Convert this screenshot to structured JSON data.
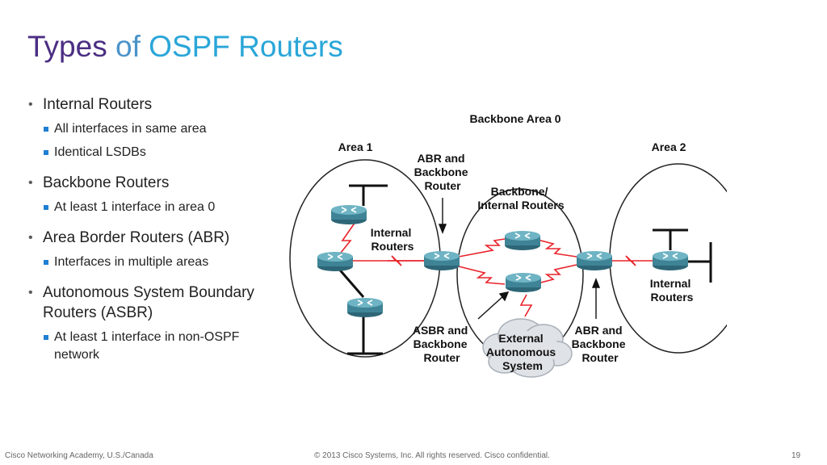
{
  "title": {
    "part1": "Types",
    "part2": " of ",
    "part3": "OSPF Routers"
  },
  "bullets": [
    {
      "label": "Internal Routers",
      "subs": [
        "All interfaces in same area",
        "Identical LSDBs"
      ]
    },
    {
      "label": "Backbone Routers",
      "subs": [
        "At least 1 interface in area 0"
      ]
    },
    {
      "label": "Area Border Routers (ABR)",
      "subs": [
        "Interfaces in multiple areas"
      ]
    },
    {
      "label": "Autonomous System Boundary Routers (ASBR)",
      "subs": [
        "At least 1 interface in non-OSPF network"
      ]
    }
  ],
  "diagram": {
    "backbone_area": "Backbone Area 0",
    "area1": "Area 1",
    "area2": "Area 2",
    "abr_backbone_top": [
      "ABR and",
      "Backbone",
      "Router"
    ],
    "backbone_internal": [
      "Backbone/",
      "Internal Routers"
    ],
    "internal_routers_left": [
      "Internal",
      "Routers"
    ],
    "internal_routers_right": [
      "Internal",
      "Routers"
    ],
    "asbr_backbone": [
      "ASBR and",
      "Backbone",
      "Router"
    ],
    "external_as": [
      "External",
      "Autonomous",
      "System"
    ],
    "abr_backbone_bottom": [
      "ABR and",
      "Backbone",
      "Router"
    ]
  },
  "colors": {
    "link_red": "#e8232a",
    "router": "#3f8496",
    "cloud": "#dfe2e6"
  },
  "icons": [
    "bullet-dot-icon",
    "bullet-square-icon",
    "router-icon",
    "cloud-icon",
    "arrow-icon"
  ],
  "footer": {
    "left": "Cisco Networking Academy, U.S./Canada",
    "center": "© 2013 Cisco Systems, Inc. All rights reserved. Cisco confidential.",
    "page": "19"
  }
}
